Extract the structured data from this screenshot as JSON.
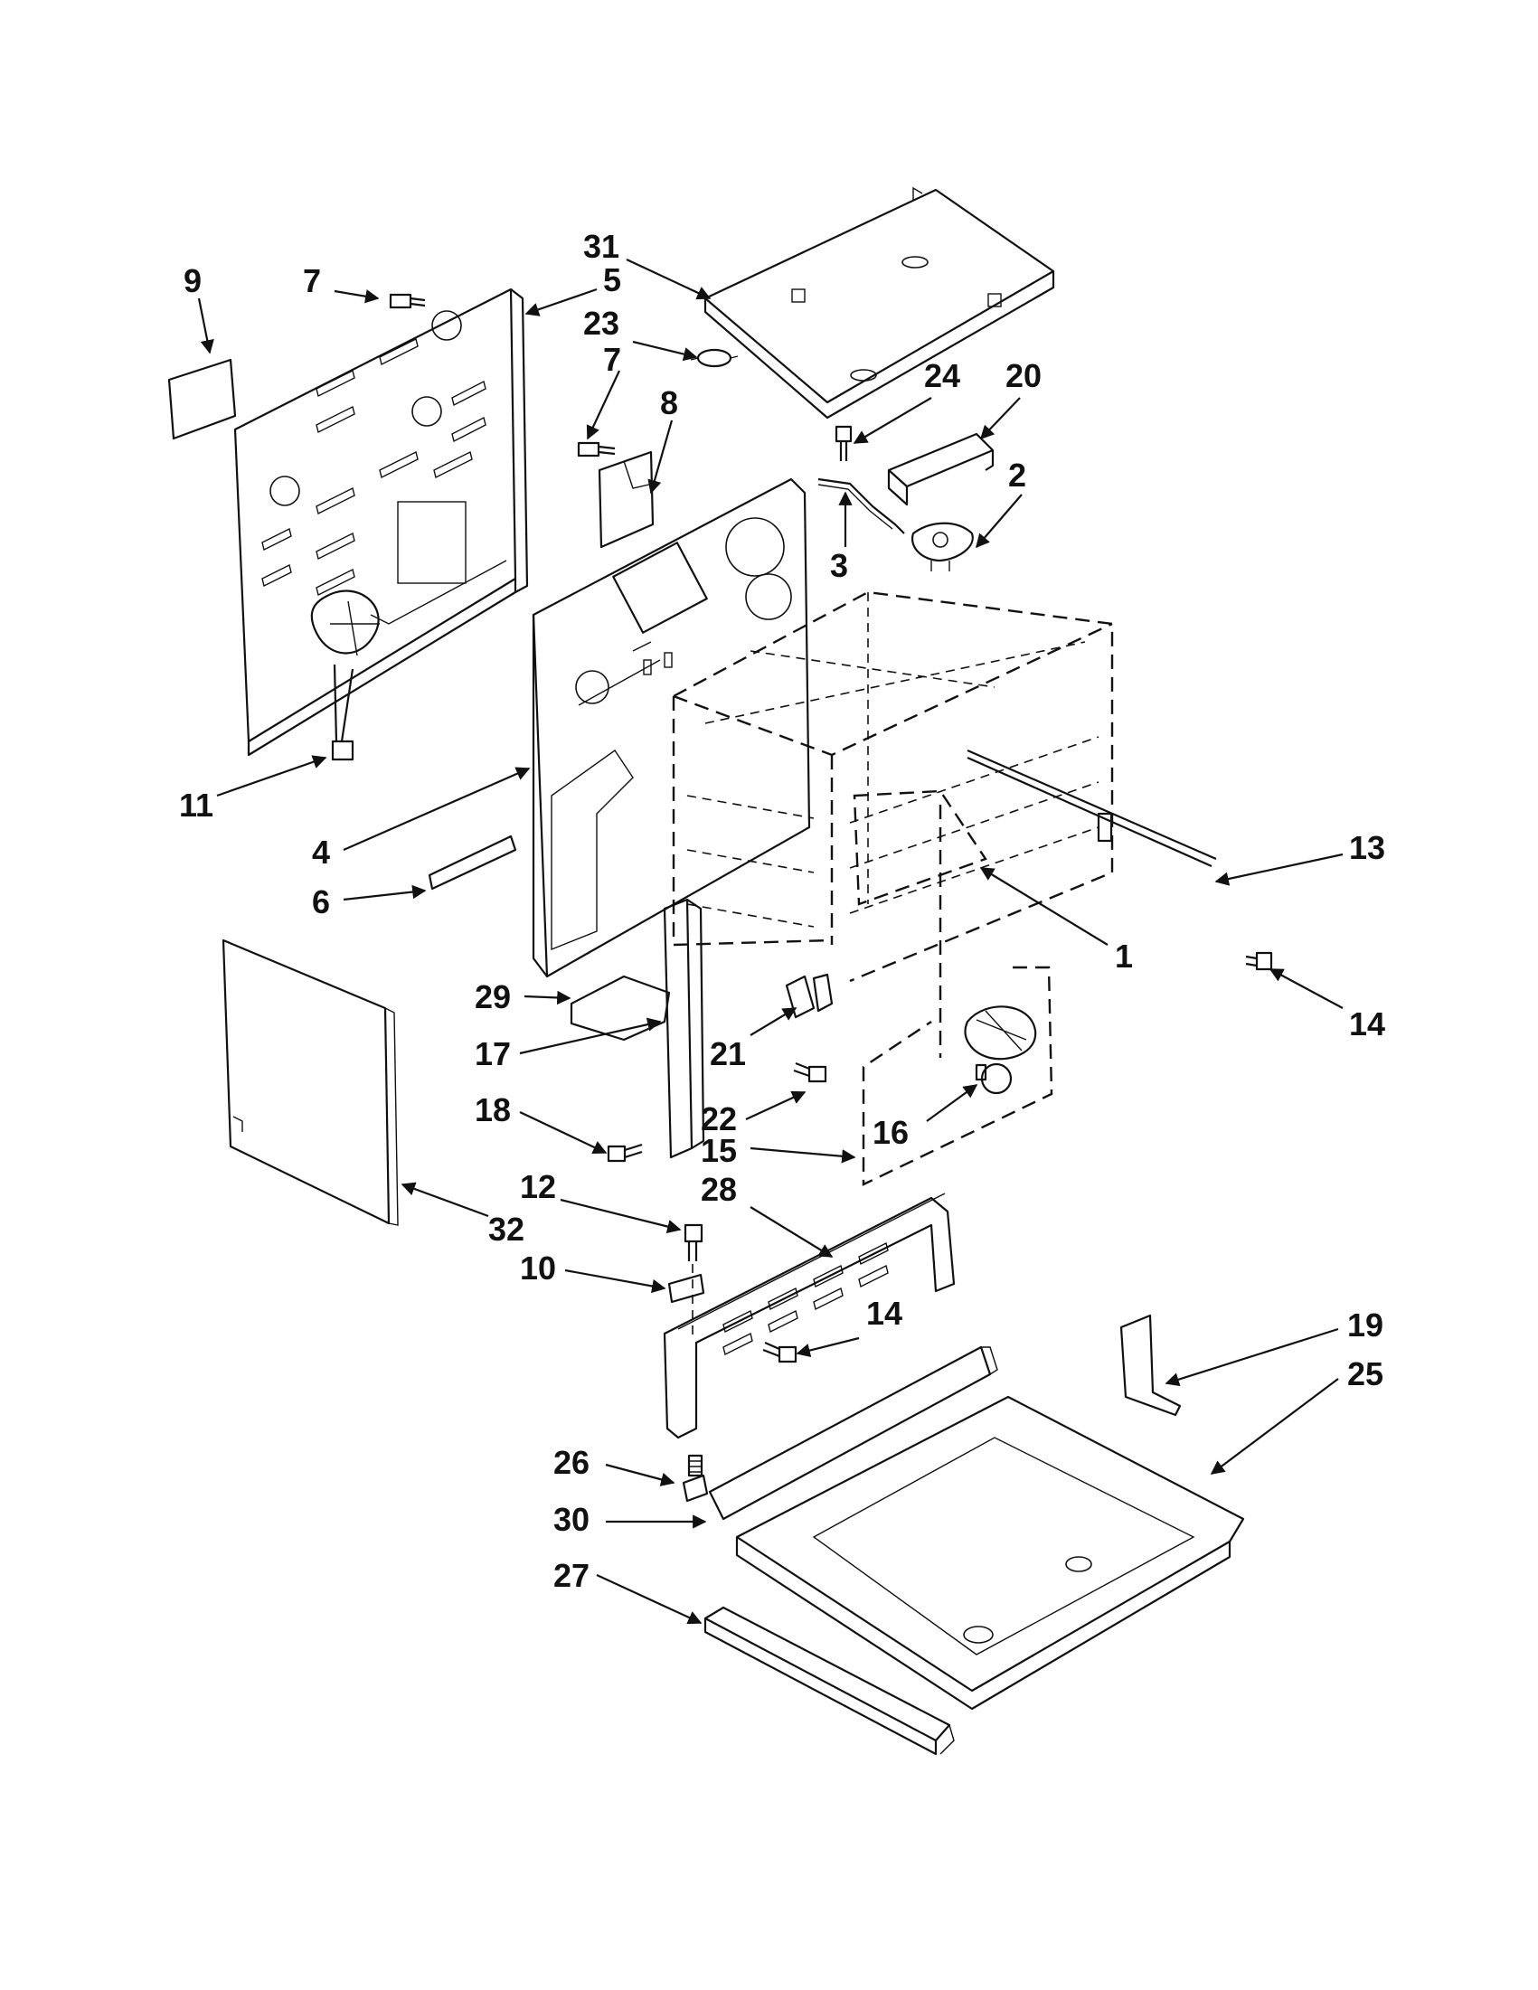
{
  "diagram": {
    "callouts": [
      {
        "id": "1",
        "label": "1"
      },
      {
        "id": "2",
        "label": "2"
      },
      {
        "id": "3",
        "label": "3"
      },
      {
        "id": "4",
        "label": "4"
      },
      {
        "id": "5",
        "label": "5"
      },
      {
        "id": "6",
        "label": "6"
      },
      {
        "id": "7a",
        "label": "7"
      },
      {
        "id": "7b",
        "label": "7"
      },
      {
        "id": "8",
        "label": "8"
      },
      {
        "id": "9",
        "label": "9"
      },
      {
        "id": "10",
        "label": "10"
      },
      {
        "id": "11",
        "label": "11"
      },
      {
        "id": "12",
        "label": "12"
      },
      {
        "id": "13",
        "label": "13"
      },
      {
        "id": "14a",
        "label": "14"
      },
      {
        "id": "14b",
        "label": "14"
      },
      {
        "id": "15",
        "label": "15"
      },
      {
        "id": "16",
        "label": "16"
      },
      {
        "id": "17",
        "label": "17"
      },
      {
        "id": "18",
        "label": "18"
      },
      {
        "id": "19",
        "label": "19"
      },
      {
        "id": "20",
        "label": "20"
      },
      {
        "id": "21",
        "label": "21"
      },
      {
        "id": "22",
        "label": "22"
      },
      {
        "id": "23",
        "label": "23"
      },
      {
        "id": "24",
        "label": "24"
      },
      {
        "id": "25",
        "label": "25"
      },
      {
        "id": "26",
        "label": "26"
      },
      {
        "id": "27",
        "label": "27"
      },
      {
        "id": "28",
        "label": "28"
      },
      {
        "id": "29",
        "label": "29"
      },
      {
        "id": "30",
        "label": "30"
      },
      {
        "id": "31",
        "label": "31"
      },
      {
        "id": "32",
        "label": "32"
      }
    ]
  }
}
